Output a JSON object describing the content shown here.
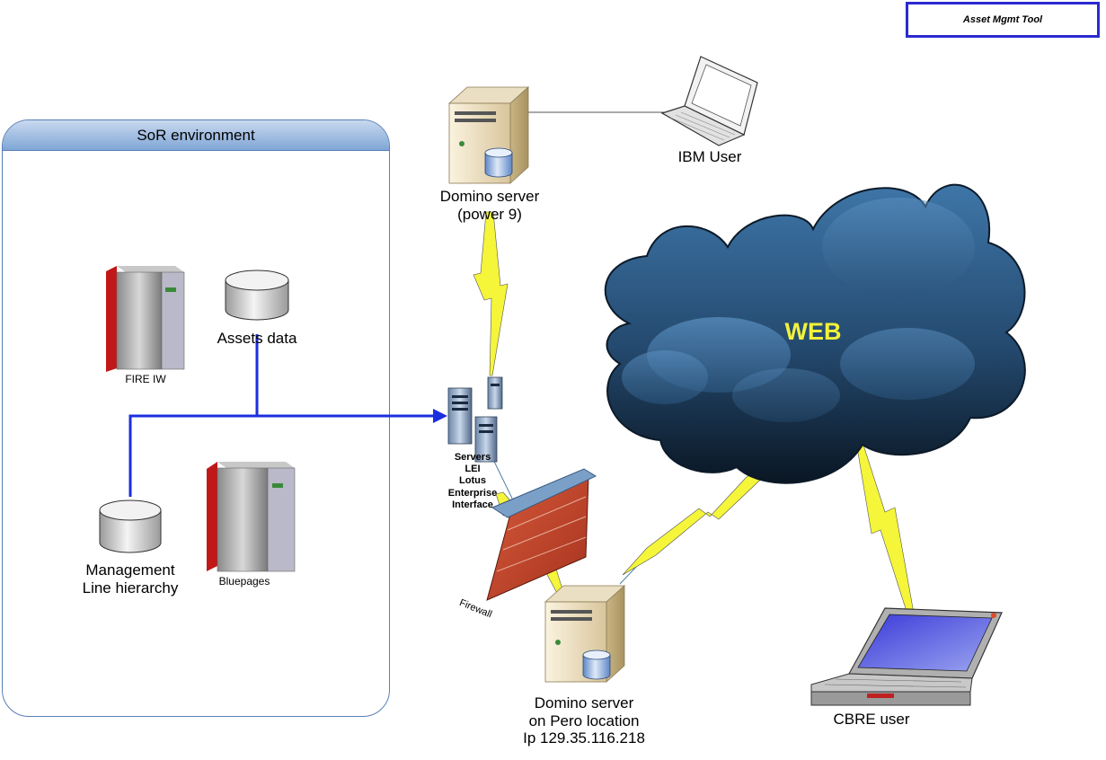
{
  "title_box": {
    "label": "Asset Mgmt Tool"
  },
  "sor_environment": {
    "header": "SoR environment",
    "fire_iw": "FIRE IW",
    "assets_data": "Assets data",
    "management_line_1": "Management",
    "management_line_2": "Line hierarchy",
    "bluepages": "Bluepages"
  },
  "domino_top": {
    "line1": "Domino server",
    "line2": "(power 9)"
  },
  "ibm_user": "IBM User",
  "servers": {
    "line1": "Servers",
    "line2": "LEI",
    "line3": "Lotus",
    "line4": "Enterprise",
    "line5": "Interface"
  },
  "firewall": "Firewall",
  "web": "WEB",
  "domino_bottom": {
    "line1": "Domino server",
    "line2": "on Pero location",
    "line3": "Ip 129.35.116.218"
  },
  "cbre_user": "CBRE user",
  "colors": {
    "link_blue": "#1b2ee0",
    "panel_border": "#5a7fb8",
    "lightning": "#f5f53a",
    "cloud_dark": "#1f3f5f",
    "web_text": "#f2f23a"
  }
}
